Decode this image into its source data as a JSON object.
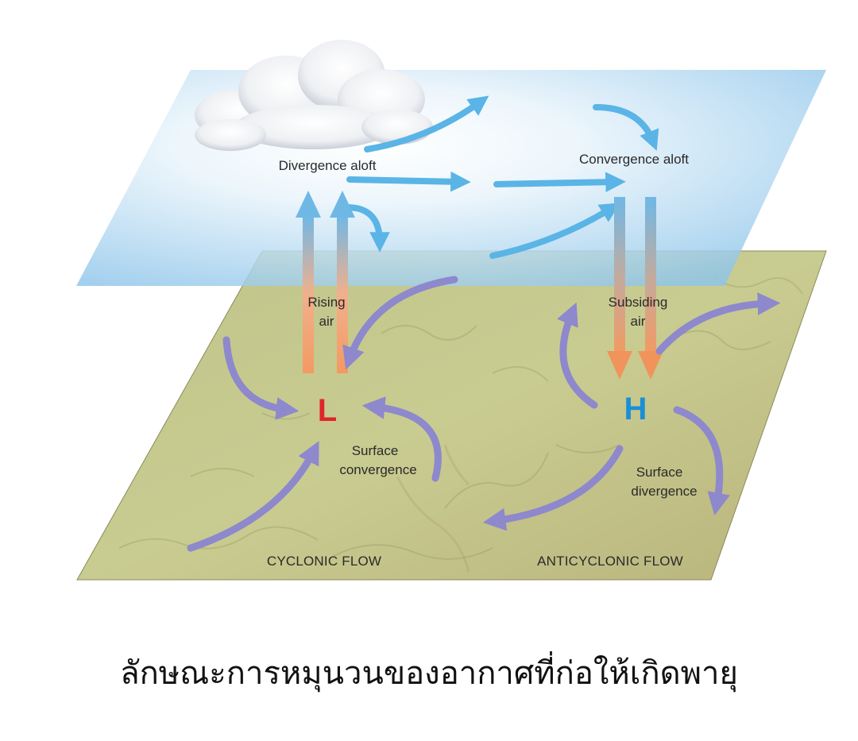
{
  "labels": {
    "divergence_aloft": "Divergence aloft",
    "convergence_aloft": "Convergence aloft",
    "rising_1": "Rising",
    "rising_2": "air",
    "subsiding_1": "Subsiding",
    "subsiding_2": "air",
    "low": "L",
    "high": "H",
    "surface_conv_1": "Surface",
    "surface_conv_2": "convergence",
    "surface_div_1": "Surface",
    "surface_div_2": "divergence",
    "cyclonic": "CYCLONIC FLOW",
    "anticyclonic": "ANTICYCLONIC FLOW"
  },
  "caption": "ลักษณะการหมุนวนของอากาศที่ก่อให้เกิดพายุ",
  "colors": {
    "low": "#e0242b",
    "high": "#1b8fd6",
    "upper_arrow": "#5ab4e6",
    "surface_arrow": "#8e88cc",
    "rising_arrow": "#f0945c",
    "ground": "#c6c98a",
    "sky_plane": "#8cc6ec"
  }
}
